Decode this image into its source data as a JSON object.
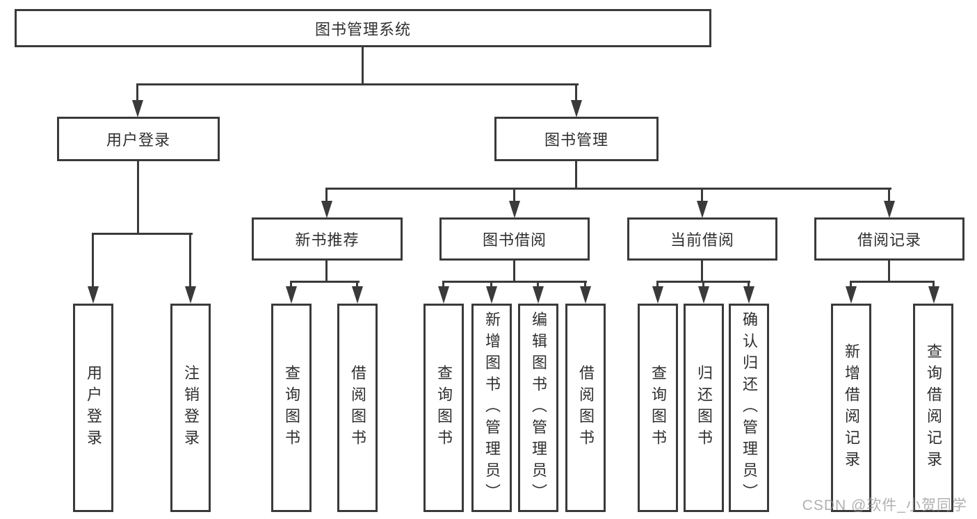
{
  "diagram": {
    "root": {
      "label": "图书管理系统"
    },
    "branches": [
      {
        "label": "用户登录",
        "children": [
          {
            "label": "用户登录"
          },
          {
            "label": "注销登录"
          }
        ]
      },
      {
        "label": "图书管理",
        "children": [
          {
            "label": "新书推荐",
            "children": [
              {
                "label": "查询图书"
              },
              {
                "label": "借阅图书"
              }
            ]
          },
          {
            "label": "图书借阅",
            "children": [
              {
                "label": "查询图书"
              },
              {
                "label": "新增图书（管理员）"
              },
              {
                "label": "编辑图书（管理员）"
              },
              {
                "label": "借阅图书"
              }
            ]
          },
          {
            "label": "当前借阅",
            "children": [
              {
                "label": "查询图书"
              },
              {
                "label": "归还图书"
              },
              {
                "label": "确认归还（管理员）"
              }
            ]
          },
          {
            "label": "借阅记录",
            "children": [
              {
                "label": "新增借阅记录"
              },
              {
                "label": "查询借阅记录"
              }
            ]
          }
        ]
      }
    ]
  },
  "watermark": {
    "text": "CSDN @软件_小贺同学"
  },
  "colors": {
    "line": "#3a3a3a",
    "border": "#3a3a3a",
    "text": "#2f2f2f",
    "background": "#ffffff",
    "watermark": "#969696"
  }
}
